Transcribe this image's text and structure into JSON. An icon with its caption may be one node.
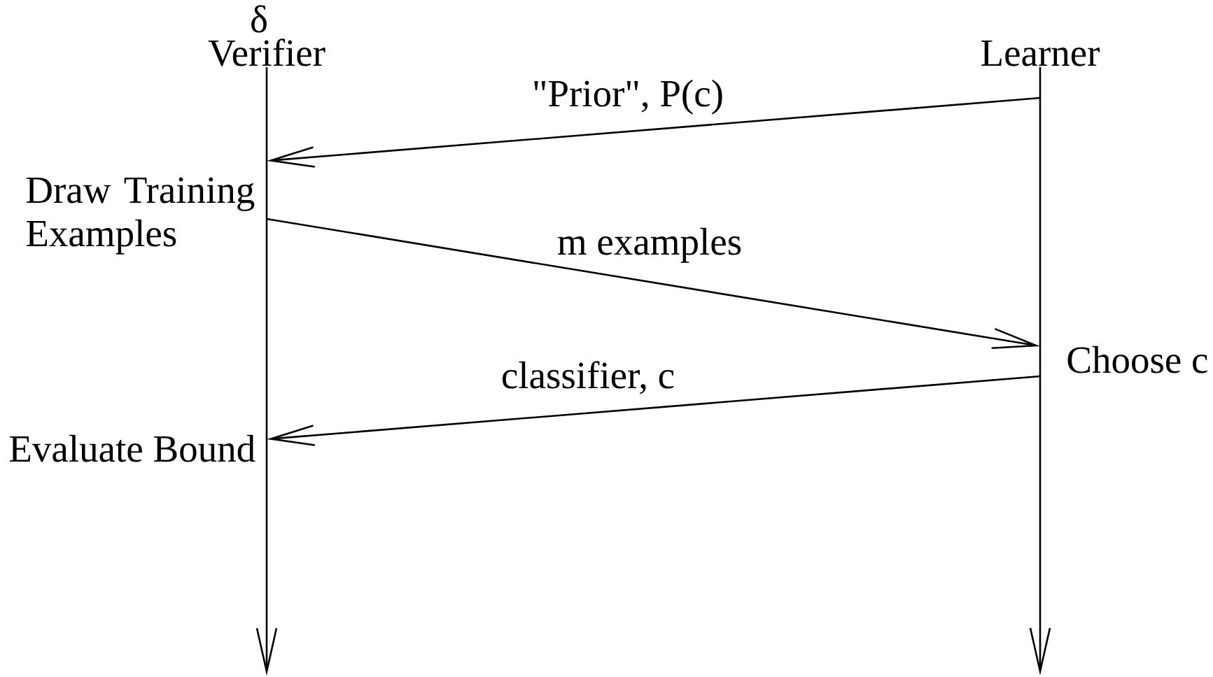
{
  "diagram": {
    "nodes": [
      {
        "text": [
          "Verifier"
        ]
      },
      {
        "text": [
          "Learner"
        ]
      }
    ],
    "edges": [
      {
        "from": 1,
        "to": 0,
        "arrow": "to",
        "label": "\"Prior\", P(c)"
      },
      {
        "from": 0,
        "to": 1,
        "arrow": "to",
        "label": "m examples"
      },
      {
        "from": 1,
        "to": 0,
        "arrow": "to",
        "label": "classifier, c"
      }
    ],
    "labels": [
      "δ",
      "Draw Training Examples",
      "Choose c",
      "Evaluate Bound"
    ]
  }
}
